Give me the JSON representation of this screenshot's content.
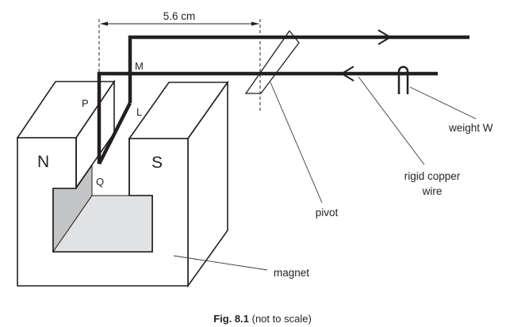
{
  "figure": {
    "caption_bold": "Fig. 8.1",
    "caption_rest": " (not to scale)"
  },
  "dimension": {
    "label": "5.6 cm"
  },
  "poles": {
    "north": "N",
    "south": "S"
  },
  "points": {
    "P": "P",
    "Q": "Q",
    "L": "L",
    "M": "M"
  },
  "callouts": {
    "weight": "weight W",
    "wire_line1": "rigid copper",
    "wire_line2": "wire",
    "pivot": "pivot",
    "magnet": "magnet"
  },
  "colors": {
    "ink": "#231f20",
    "gap_side_shade": "#c3c4c6",
    "gap_floor_shade": "#e1e2e3"
  }
}
